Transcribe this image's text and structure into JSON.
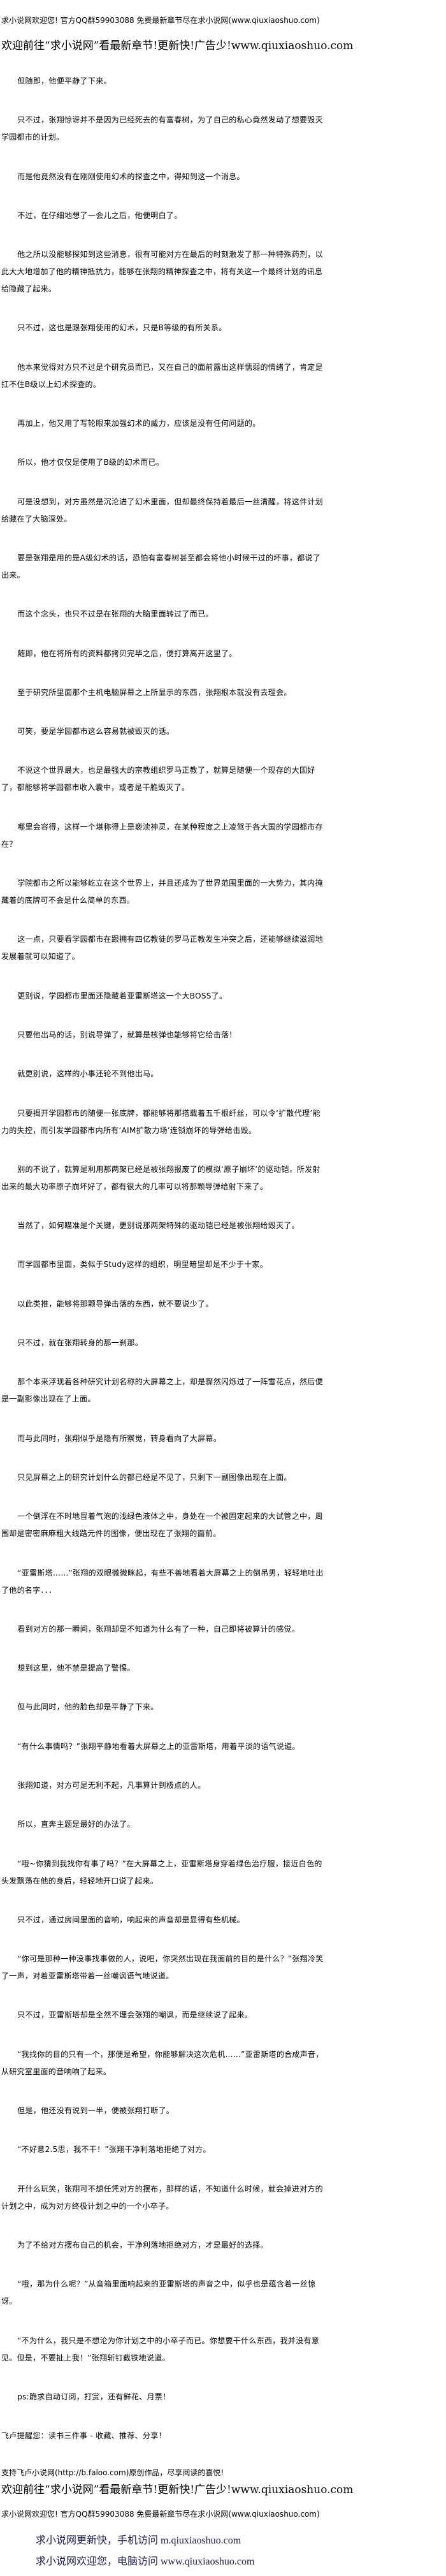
{
  "header": {
    "notice": "求小说网欢迎您! 官方QQ群59903088 免费最新章节尽在求小说网(www.qiuxiaoshuo.com)",
    "promo": "欢迎前往“求小说网”看最新章节!更新快!广告少!www.qiuxiaoshuo.com"
  },
  "paragraphs": [
    "但随即，他便平静了下来。",
    "只不过，张翔惊讶并不是因为已经死去的有富春树，为了自己的私心竟然发动了想要毁灭学园都市的计划。",
    "而是他竟然没有在刚刚使用幻术的探查之中，得知到这一个消息。",
    "不过，在仔细地想了一会儿之后，他便明白了。",
    "他之所以没能够探知到这些消息，很有可能对方在最后的时刻激发了那一种特殊药剂，以此大大地增加了他的精神抵抗力，能够在张翔的精神探查之中，将有关这一个最终计划的讯息给隐藏了起来。",
    "只不过，这也是跟张翔使用的幻术，只是B等级的有所关系。",
    "他本来觉得对方只不过是个研究员而已，又在自己的面前露出这样懦弱的情绪了，肯定是扛不住B级以上幻术探查的。",
    "再加上，他又用了写轮眼来加强幻术的威力，应该是没有任何问题的。",
    "所以，他才仅仅是使用了B级的幻术而已。",
    "可是没想到，对方虽然是沉沦进了幻术里面，但却最终保持着最后一丝清醒，将这件计划给藏在了大脑深处。",
    "要是张翔是用的是A级幻术的话，恐怕有富春树甚至都会将他小时候干过的坏事，都说了出来。",
    "而这个念头，也只不过是在张翔的大脑里面转过了而已。",
    "随即，他在将所有的资料都拷贝完毕之后，便打算离开这里了。",
    "至于研究所里面那个主机电脑屏幕之上所显示的东西，张翔根本就没有去理会。",
    "可笑，要是学园都市这么容易就被毁灭的话。",
    "不说这个世界最大，也是最强大的宗教组织罗马正教了，就算是随便一个现存的大国好了，都能够将学园都市收入囊中，或者是干脆毁灭了。",
    "哪里会容得，这样一个堪称得上是亵渎神灵，在某种程度之上凌驾于各大国的学园都市存在？",
    "学院都市之所以能够屹立在这个世界上，并且还成为了世界范围里面的一大势力，其内掩藏着的底牌可不会是什么简单的东西。",
    "这一点，只要看学园都市在跟拥有四亿教徒的罗马正教发生冲突之后，还能够继续滋润地发展着就可以知道了。",
    "更别说，学园都市里面还隐藏着亚雷斯塔这一个大BOSS了。",
    "只要他出马的话，别说导弹了，就算是核弹也能够将它给击落！",
    "就更别说，这样的小事还轮不到他出马。",
    "只要揭开学园都市的随便一张底牌，都能够将那搭载着五千根纤丝，可以令‘扩散代理’能力的失控，而引发学园都市内所有‘AIM扩散力场’连锁崩坏的导弹给击毁。",
    "别的不说了，就算是利用那两架已经是被张翔报废了的模拟‘原子崩坏’的驱动铠，所发射出来的最大功率原子崩坏好了，都有很大的几率可以将那颗导弹给射下来了。",
    "当然了，如何瞄准是个关键，更别说那两架特殊的驱动铠已经是被张翔给毁灭了。",
    "而学园都市里面，类似于Study这样的组织，明里暗里却是不少于十家。",
    "以此类推，能够将那颗导弹击落的东西，就不要说少了。",
    "只不过，就在张翔转身的那一刹那。",
    "那个本来浮现着各种研究计划名称的大屏幕之上，却是骤然闪烁过了一阵雪花点，然后便是一副影像出现在了上面。",
    "而与此同时，张翔似乎是隐有所察觉，转身看向了大屏幕。",
    "只见屏幕之上的研究计划什么的都已经是不见了，只剩下一副图像出现在上面。",
    "一个倒浮在不时地冒着气泡的浅绿色液体之中，身处在一个被固定起来的大试管之中，周围却是密密麻麻粗大线路元件的图像，便出现在了张翔的面前。",
    "“亚雷斯塔……”张翔的双眼微微眯起，有些不善地看着大屏幕之上的倒吊男，轻轻地吐出了他的名字．．．",
    "看到对方的那一瞬间，张翔却是不知道为什么有了一种，自己即将被算计的感觉。",
    "想到这里，他不禁是提高了警惕。",
    "但与此同时，他的脸色却是平静了下来。",
    "“有什么事情吗？”张翔平静地看着大屏幕之上的亚雷斯塔，用着平淡的语气说道。",
    "张翔知道，对方可是无利不起，凡事算计到极点的人。",
    "所以，直奔主题是最好的办法了。",
    "“哦~你猜到我找你有事了吗？”在大屏幕之上，亚雷斯塔身穿着绿色治疗服，接近白色的头发飘荡在他的身后，轻轻地开口说了起来。",
    "只不过，通过房间里面的音响，响起来的声音却是显得有些机械。",
    "“你可是那种一种没事找事做的人，说吧，你突然出现在我面前的目的是什么？”张翔冷笑了一声，对着亚雷斯塔带着一丝嘲讽语气地说道。",
    "只不过，亚雷斯塔却是全然不理会张翔的嘲讽，而是继续说了起来。",
    "“我找你的目的只有一个，那便是希望，你能够解决这次危机……”亚雷斯塔的合成声音，从研究室里面的音响响了起来。",
    "但是，他还没有说到一半，便被张翔打断了。",
    "“不好意2.5思，我不干！”张翔干净利落地拒绝了对方。",
    "开什么玩笑，张翔可不想任凭对方的摆布，那样的话，不知道什么时候，就会掉进对方的计划之中，成为对方终极计划之中的一个小卒子。",
    "为了不给对方摆布自己的机会，干净利落地拒绝对方，才是最好的选择。",
    "“哦，那为什么呢？”从音箱里面响起来的亚雷斯塔的声音之中，似乎也是蕴含着一丝惊讶。",
    "“不为什么，我只是不想沦为你计划之中的小卒子而已。你想要干什么东西，我并没有意见。但是，不要扯上我！”张翔斩钉截铁地说道。",
    "ps:跪求自动订阅，打赏，还有鲜花、月票！"
  ],
  "reminder": "飞卢提醒您：读书三件事 - 收藏、推荐、分享！",
  "footer": {
    "support": "支持飞卢小说网(http://b.faloo.com)原创作品，尽享阅读的喜悦!",
    "promo": "欢迎前往“求小说网”看最新章节!更新快!广告少!www.qiuxiaoshuo.com",
    "notice": "求小说网欢迎您! 官方QQ群59903088 免费最新章节尽在求小说网(www.qiuxiaoshuo.com)",
    "mobile": "求小说网更新快，手机访问 m.qiuxiaoshuo.com",
    "pc": "求小说网欢迎您，电脑访问 www.qiuxiaoshuo.com"
  }
}
